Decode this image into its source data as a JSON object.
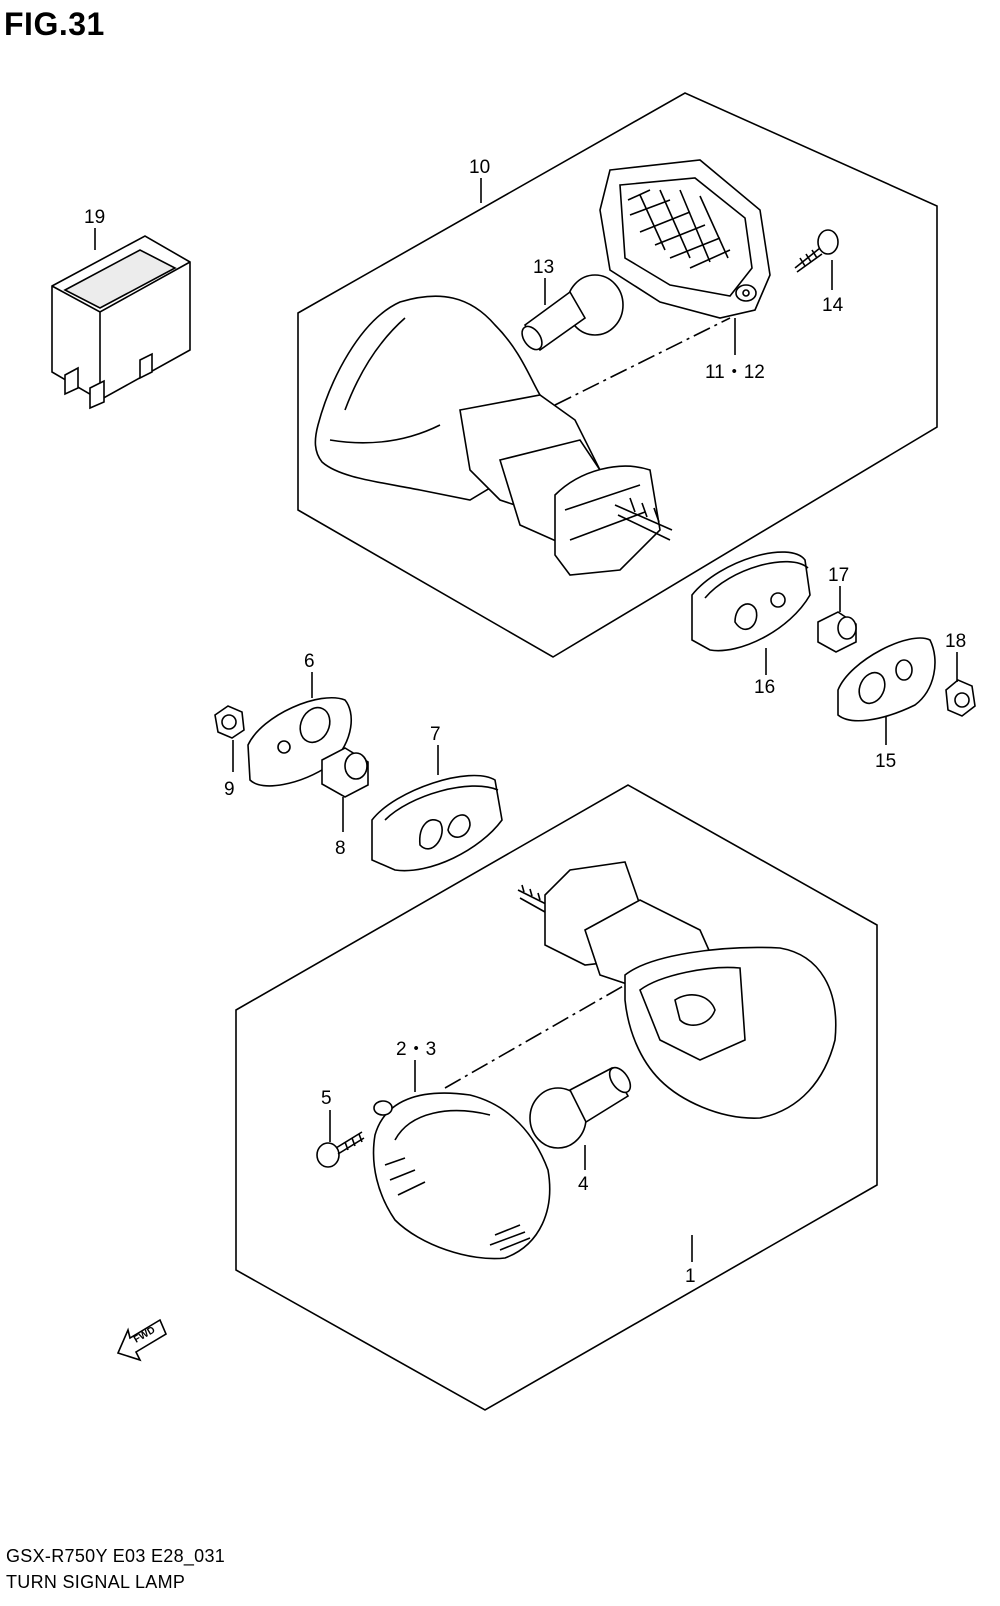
{
  "figure": {
    "title": "FIG.31"
  },
  "callouts": {
    "c1": "1",
    "c2_3": "2・3",
    "c4": "4",
    "c5": "5",
    "c6": "6",
    "c7": "7",
    "c8": "8",
    "c9": "9",
    "c10": "10",
    "c11_12": "11・12",
    "c13": "13",
    "c14": "14",
    "c15": "15",
    "c16": "16",
    "c17": "17",
    "c18": "18",
    "c19": "19"
  },
  "arrow": {
    "label": "FWD"
  },
  "footer": {
    "model": "GSX-R750Y E03 E28_031",
    "name": "TURN SIGNAL LAMP"
  }
}
